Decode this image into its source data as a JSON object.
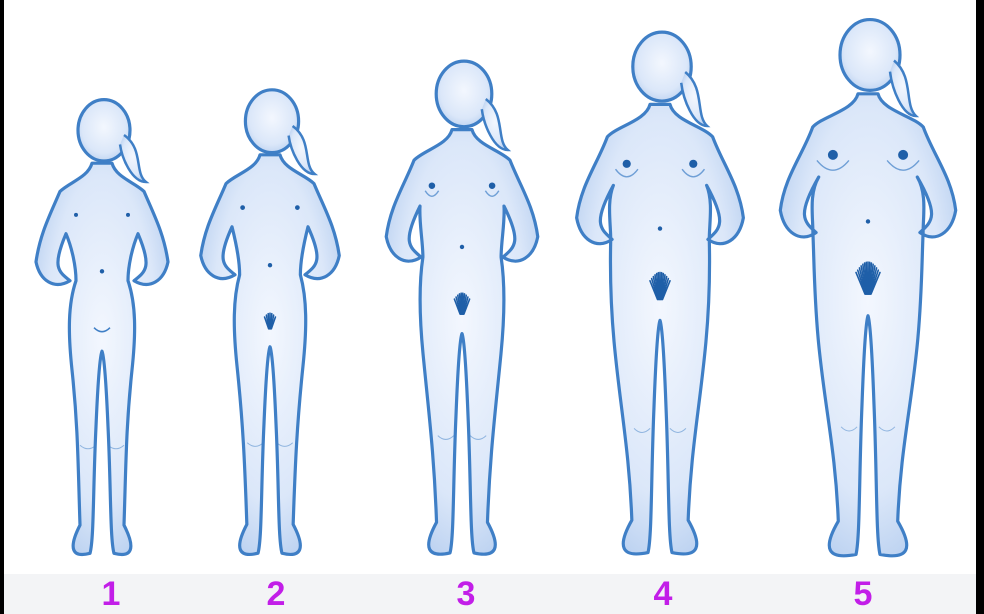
{
  "figure": {
    "stages": [
      {
        "label": "1",
        "breast": 0.0,
        "pubic_hair": 0.0,
        "size": 0.0
      },
      {
        "label": "2",
        "breast": 0.12,
        "pubic_hair": 0.18,
        "size": 0.15
      },
      {
        "label": "3",
        "breast": 0.42,
        "pubic_hair": 0.45,
        "size": 0.45
      },
      {
        "label": "4",
        "breast": 0.7,
        "pubic_hair": 0.75,
        "size": 0.8
      },
      {
        "label": "5",
        "breast": 1.0,
        "pubic_hair": 1.0,
        "size": 1.0
      }
    ]
  },
  "colors": {
    "label": "#c21ee8",
    "body_fill": "#dbe7f9",
    "body_outline": "#3f7fc6",
    "hair": "#1f5fa8",
    "label_bar": "#f3f4f6",
    "background": "#ffffff"
  },
  "icons": {
    "figure": "female-figure-icon",
    "pubic_hair": "hair-tuft-icon"
  }
}
